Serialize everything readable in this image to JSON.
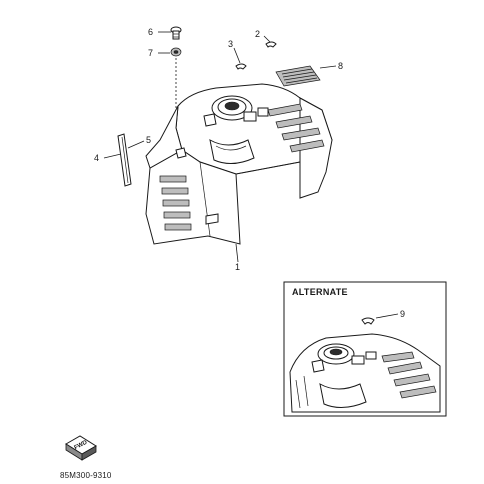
{
  "diagram": {
    "part_numbers": [
      "1",
      "2",
      "3",
      "4",
      "5",
      "6",
      "7",
      "8",
      "9"
    ],
    "alternate_label": "ALTERNATE",
    "drawing_code": "85M300-9310",
    "forward_badge": "FWD"
  }
}
